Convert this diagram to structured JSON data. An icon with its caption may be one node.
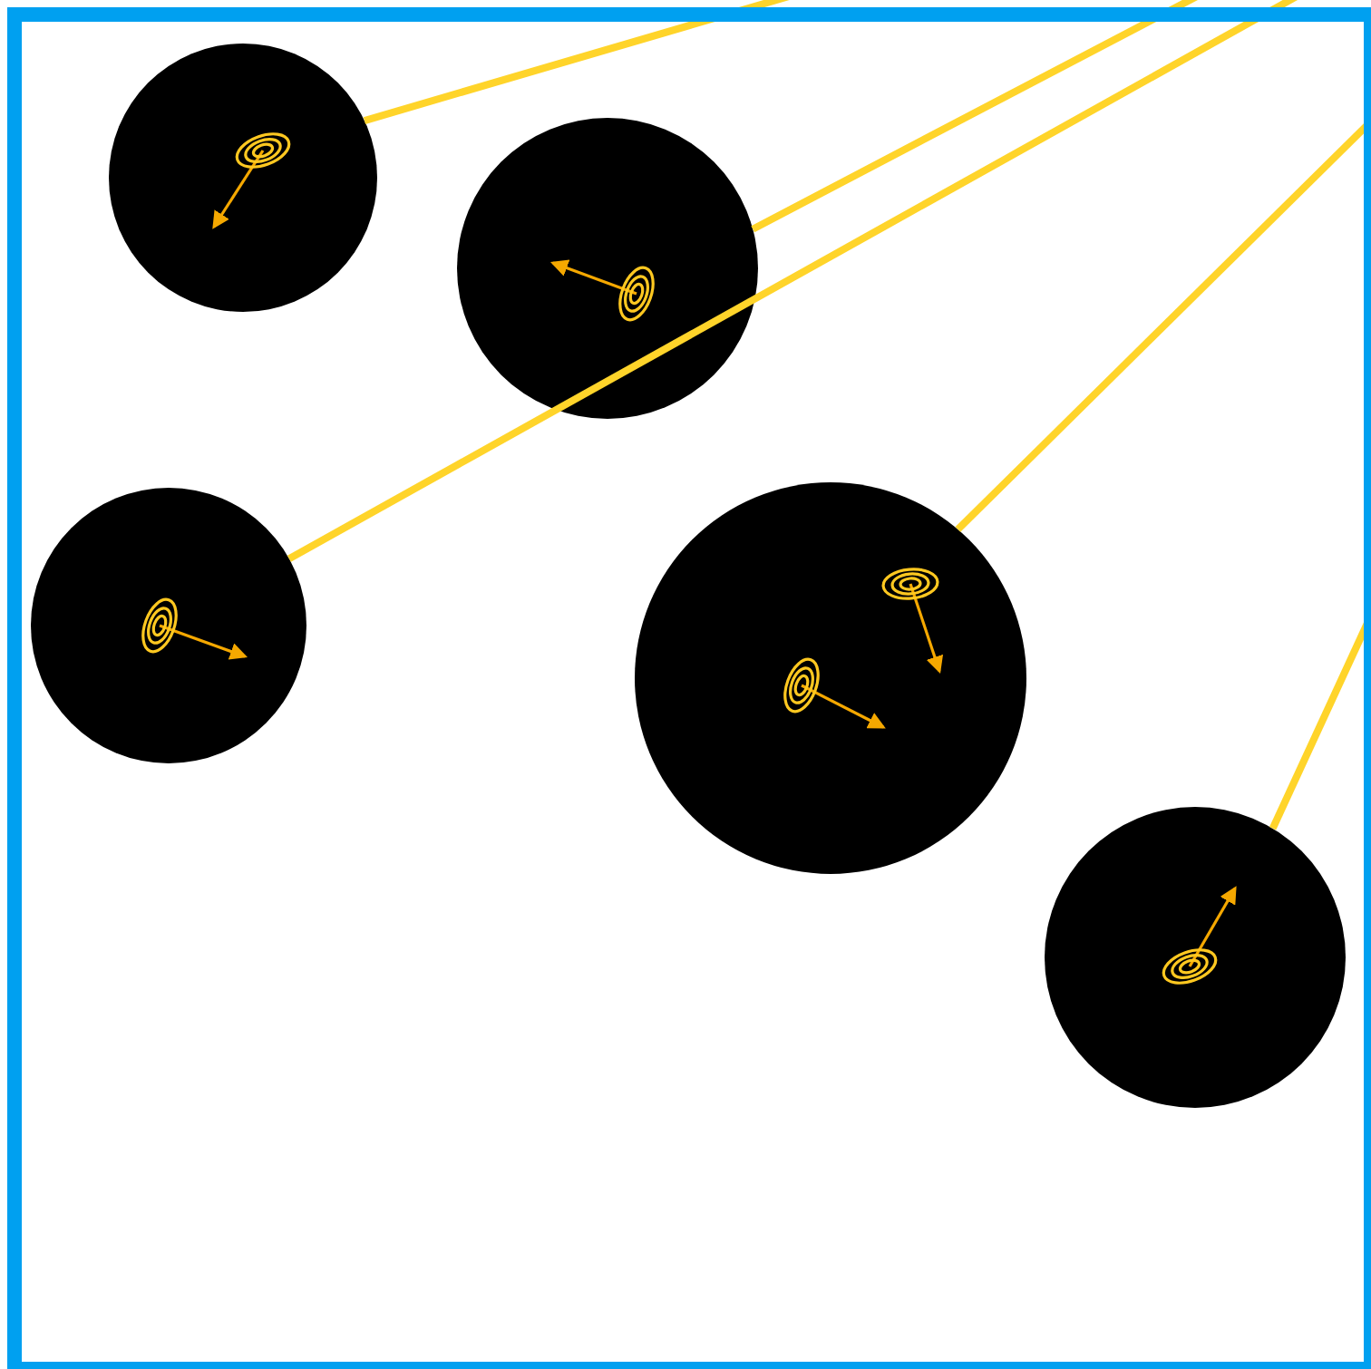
{
  "diagram": {
    "nodes": [
      {
        "text": [],
        "shape": "circle"
      },
      {
        "text": [],
        "shape": "circle"
      },
      {
        "text": [],
        "shape": "circle"
      },
      {
        "text": [],
        "shape": "circle"
      },
      {
        "text": [],
        "shape": "circle"
      }
    ],
    "edges": [
      {
        "from": null,
        "to": 0,
        "arrow": "none"
      },
      {
        "from": null,
        "to": 1,
        "arrow": "none"
      },
      {
        "from": null,
        "to": 2,
        "arrow": "none"
      },
      {
        "from": null,
        "to": 3,
        "arrow": "none"
      },
      {
        "from": null,
        "to": 4,
        "arrow": "none"
      }
    ]
  }
}
